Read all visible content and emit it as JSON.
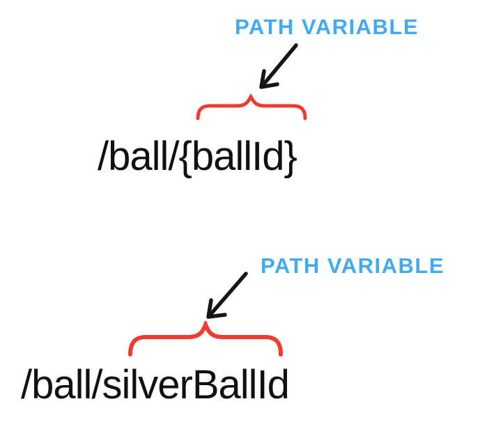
{
  "colors": {
    "label_blue": "#41aaf2",
    "brace_red": "#f23a2e",
    "path_black": "#101010"
  },
  "sections": [
    {
      "label": "PATH VARIABLE",
      "path": "/ball/{ballId}"
    },
    {
      "label": "PATH VARIABLE",
      "path": "/ball/silverBallId"
    }
  ]
}
